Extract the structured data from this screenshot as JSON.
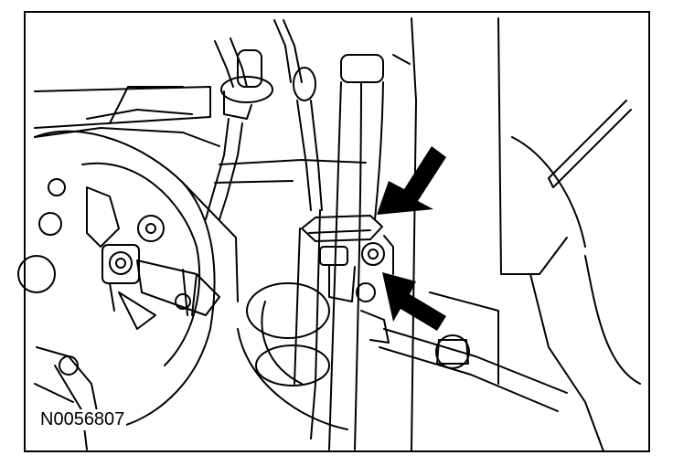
{
  "figure": {
    "code": "N0056807",
    "colors": {
      "line": "#000000",
      "paper": "#ffffff"
    },
    "callouts": [
      {
        "id": "upper-arrow",
        "icon": "arrow-icon"
      },
      {
        "id": "lower-arrow",
        "icon": "arrow-icon"
      }
    ]
  }
}
